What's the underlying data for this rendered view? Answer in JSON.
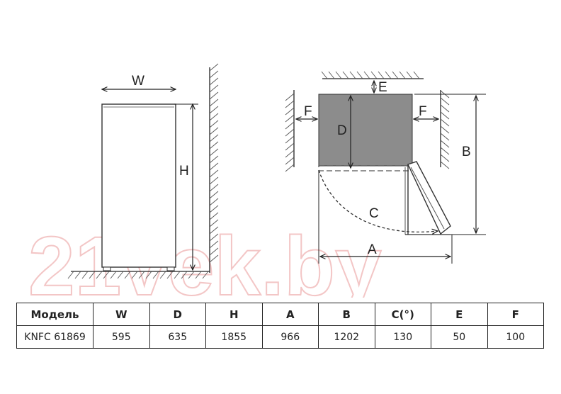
{
  "diagram": {
    "labels": {
      "width": "W",
      "height": "H",
      "depth": "D",
      "gap_top": "E",
      "gap_left": "F",
      "gap_right": "F",
      "total_height": "B",
      "door_angle": "C",
      "total_width": "A"
    },
    "watermark": "21vek.by"
  },
  "table": {
    "headers": [
      "Модель",
      "W",
      "D",
      "H",
      "A",
      "B",
      "C(°)",
      "E",
      "F"
    ],
    "rows": [
      [
        "KNFC 61869",
        "595",
        "635",
        "1855",
        "966",
        "1202",
        "130",
        "50",
        "100"
      ]
    ]
  }
}
